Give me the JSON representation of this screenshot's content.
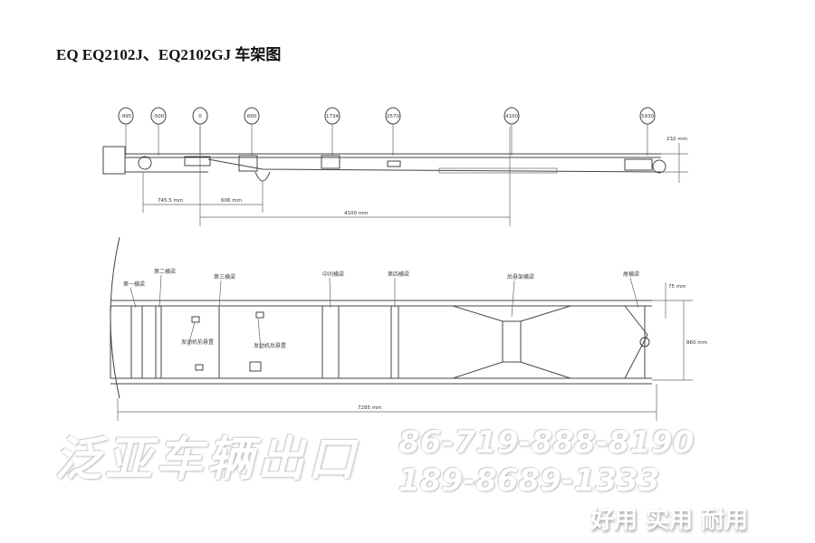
{
  "title": "EQ EQ2102J、EQ2102GJ 车架图",
  "side_view": {
    "stations": [
      "-995",
      "-500",
      "0",
      "660",
      "1734",
      "2570",
      "4100",
      "5930"
    ],
    "dims": {
      "d1": "745.5 mm",
      "d2": "606 mm",
      "d3": "4100 mm",
      "height": "232 mm"
    }
  },
  "plan_view": {
    "labels": [
      "第一横梁",
      "第二横梁",
      "第三横梁",
      "发动机前悬置",
      "发动机后悬置",
      "中间横梁",
      "第四横梁",
      "后悬架横梁",
      "尾横梁"
    ],
    "dims": {
      "offset": "75 mm",
      "width": "860 mm",
      "length": "7285 mm"
    }
  },
  "watermark": {
    "company": "泛亚车辆出口",
    "phone1": "86-719-888-8190",
    "phone2": "189-8689-1333",
    "slogan": "好用 实用 耐用"
  }
}
